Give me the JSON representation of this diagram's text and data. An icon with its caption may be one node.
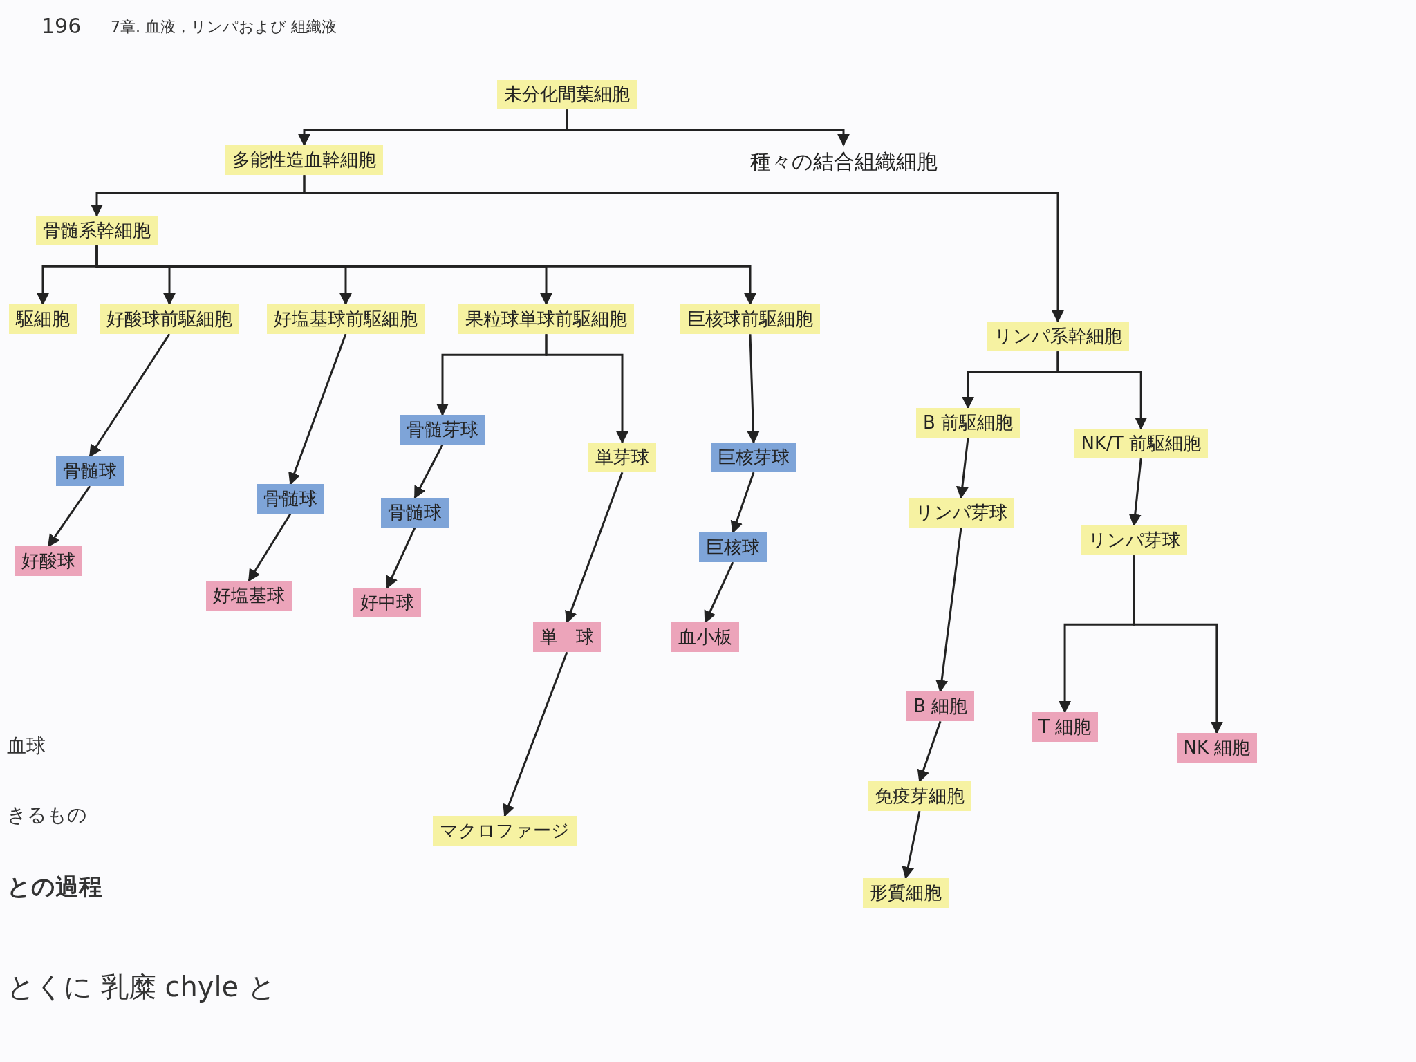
{
  "diagram": {
    "nodes": [
      {
        "text": [
          "未分化間葉細胞"
        ]
      },
      {
        "text": [
          "多能性造血幹細胞"
        ]
      },
      {
        "text": [
          "種々の結合組織細胞"
        ]
      },
      {
        "text": [
          "骨髄系幹細胞"
        ]
      },
      {
        "text": [
          "駆細胞"
        ]
      },
      {
        "text": [
          "好酸球前駆細胞"
        ]
      },
      {
        "text": [
          "好塩基球前駆細胞"
        ]
      },
      {
        "text": [
          "果粒球単球前駆細胞"
        ]
      },
      {
        "text": [
          "巨核球前駆細胞"
        ]
      },
      {
        "text": [
          "リンパ系幹細胞"
        ]
      },
      {
        "text": [
          "骨髄球"
        ]
      },
      {
        "text": [
          "好酸球"
        ]
      },
      {
        "text": [
          "骨髄球"
        ]
      },
      {
        "text": [
          "好塩基球"
        ]
      },
      {
        "text": [
          "骨髄芽球"
        ]
      },
      {
        "text": [
          "骨髄球"
        ]
      },
      {
        "text": [
          "好中球"
        ]
      },
      {
        "text": [
          "単芽球"
        ]
      },
      {
        "text": [
          "単　球"
        ]
      },
      {
        "text": [
          "マクロファージ"
        ]
      },
      {
        "text": [
          "巨核芽球"
        ]
      },
      {
        "text": [
          "巨核球"
        ]
      },
      {
        "text": [
          "血小板"
        ]
      },
      {
        "text": [
          "B 前駆細胞"
        ]
      },
      {
        "text": [
          "NK/T 前駆細胞"
        ]
      },
      {
        "text": [
          "リンパ芽球"
        ]
      },
      {
        "text": [
          "リンパ芽球"
        ]
      },
      {
        "text": [
          "B 細胞"
        ]
      },
      {
        "text": [
          "T 細胞"
        ]
      },
      {
        "text": [
          "NK 細胞"
        ]
      },
      {
        "text": [
          "免疫芽細胞"
        ]
      },
      {
        "text": [
          "形質細胞"
        ]
      }
    ],
    "edges": [
      {
        "from": 0,
        "to": 1,
        "arrow": "to"
      },
      {
        "from": 0,
        "to": 2,
        "arrow": "to"
      },
      {
        "from": 1,
        "to": 3,
        "arrow": "to"
      },
      {
        "from": 1,
        "to": 9,
        "arrow": "to"
      },
      {
        "from": 3,
        "to": 4,
        "arrow": "to"
      },
      {
        "from": 3,
        "to": 5,
        "arrow": "to"
      },
      {
        "from": 3,
        "to": 6,
        "arrow": "to"
      },
      {
        "from": 3,
        "to": 7,
        "arrow": "to"
      },
      {
        "from": 3,
        "to": 8,
        "arrow": "to"
      },
      {
        "from": 5,
        "to": 10,
        "arrow": "to"
      },
      {
        "from": 10,
        "to": 11,
        "arrow": "to"
      },
      {
        "from": 6,
        "to": 12,
        "arrow": "to"
      },
      {
        "from": 12,
        "to": 13,
        "arrow": "to"
      },
      {
        "from": 7,
        "to": 14,
        "arrow": "to"
      },
      {
        "from": 7,
        "to": 17,
        "arrow": "to"
      },
      {
        "from": 14,
        "to": 15,
        "arrow": "to"
      },
      {
        "from": 15,
        "to": 16,
        "arrow": "to"
      },
      {
        "from": 17,
        "to": 18,
        "arrow": "to"
      },
      {
        "from": 18,
        "to": 19,
        "arrow": "to"
      },
      {
        "from": 8,
        "to": 20,
        "arrow": "to"
      },
      {
        "from": 20,
        "to": 21,
        "arrow": "to"
      },
      {
        "from": 21,
        "to": 22,
        "arrow": "to"
      },
      {
        "from": 9,
        "to": 23,
        "arrow": "to"
      },
      {
        "from": 9,
        "to": 24,
        "arrow": "to"
      },
      {
        "from": 23,
        "to": 25,
        "arrow": "to"
      },
      {
        "from": 25,
        "to": 27,
        "arrow": "to"
      },
      {
        "from": 27,
        "to": 30,
        "arrow": "to"
      },
      {
        "from": 30,
        "to": 31,
        "arrow": "to"
      },
      {
        "from": 24,
        "to": 26,
        "arrow": "to"
      },
      {
        "from": 26,
        "to": 28,
        "arrow": "to"
      },
      {
        "from": 26,
        "to": 29,
        "arrow": "to"
      }
    ],
    "labels": [
      "196",
      "7章. 血液，リンパおよび 組織液",
      "血球",
      "きるもの",
      "との過程",
      "とくに 乳糜 chyle と"
    ]
  }
}
